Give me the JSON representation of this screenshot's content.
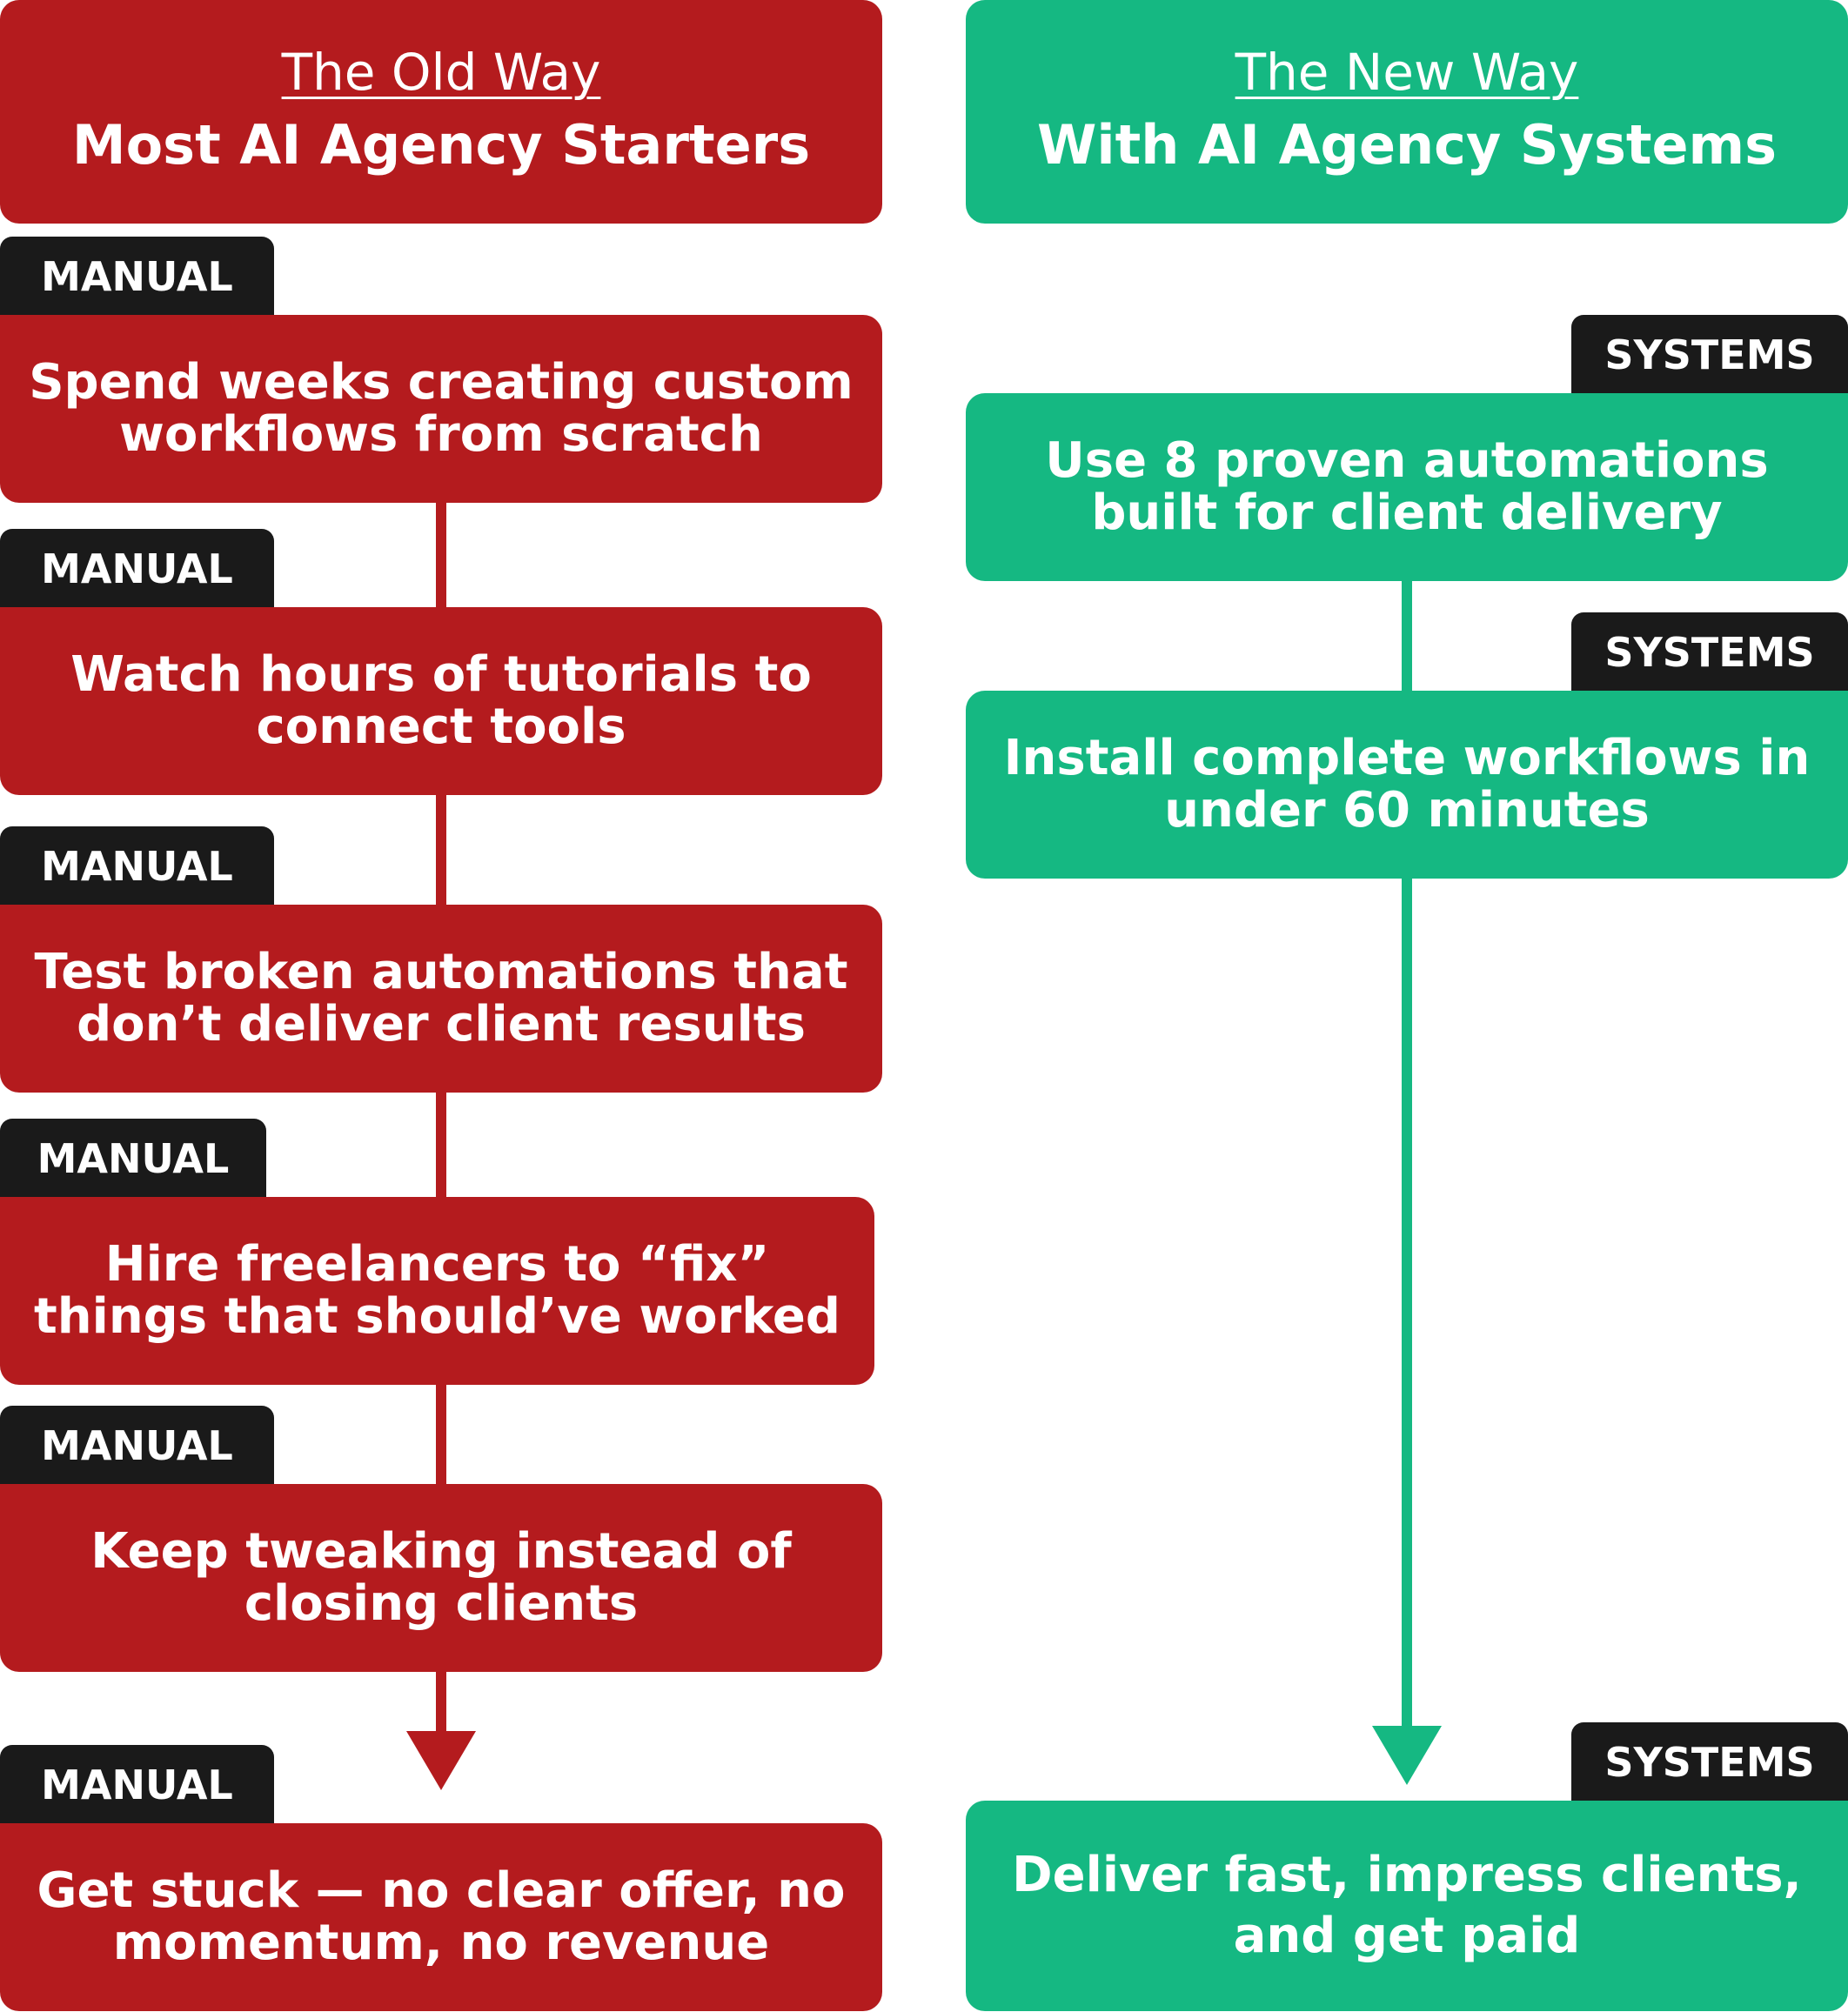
{
  "colors": {
    "old": "#b41b1e",
    "new": "#15b882",
    "tag": "#1a1a1a"
  },
  "old_way": {
    "subtitle": "The Old Way",
    "title": "Most AI Agency Starters",
    "tag": "MANUAL",
    "steps": [
      "Spend weeks creating custom workflows from scratch",
      "Watch hours of tutorials to connect tools",
      "Test broken automations that don’t deliver client results",
      "Hire freelancers to “fix” things that should’ve worked",
      "Keep tweaking instead of closing clients",
      "Get stuck — no clear offer, no momentum, no revenue"
    ]
  },
  "new_way": {
    "subtitle": "The New Way",
    "title": "With AI Agency Systems",
    "tag": "SYSTEMS",
    "steps": [
      "Use 8 proven automations built for client delivery",
      "Install complete workflows in under 60 minutes",
      "Deliver fast, impress clients, and get paid"
    ]
  }
}
